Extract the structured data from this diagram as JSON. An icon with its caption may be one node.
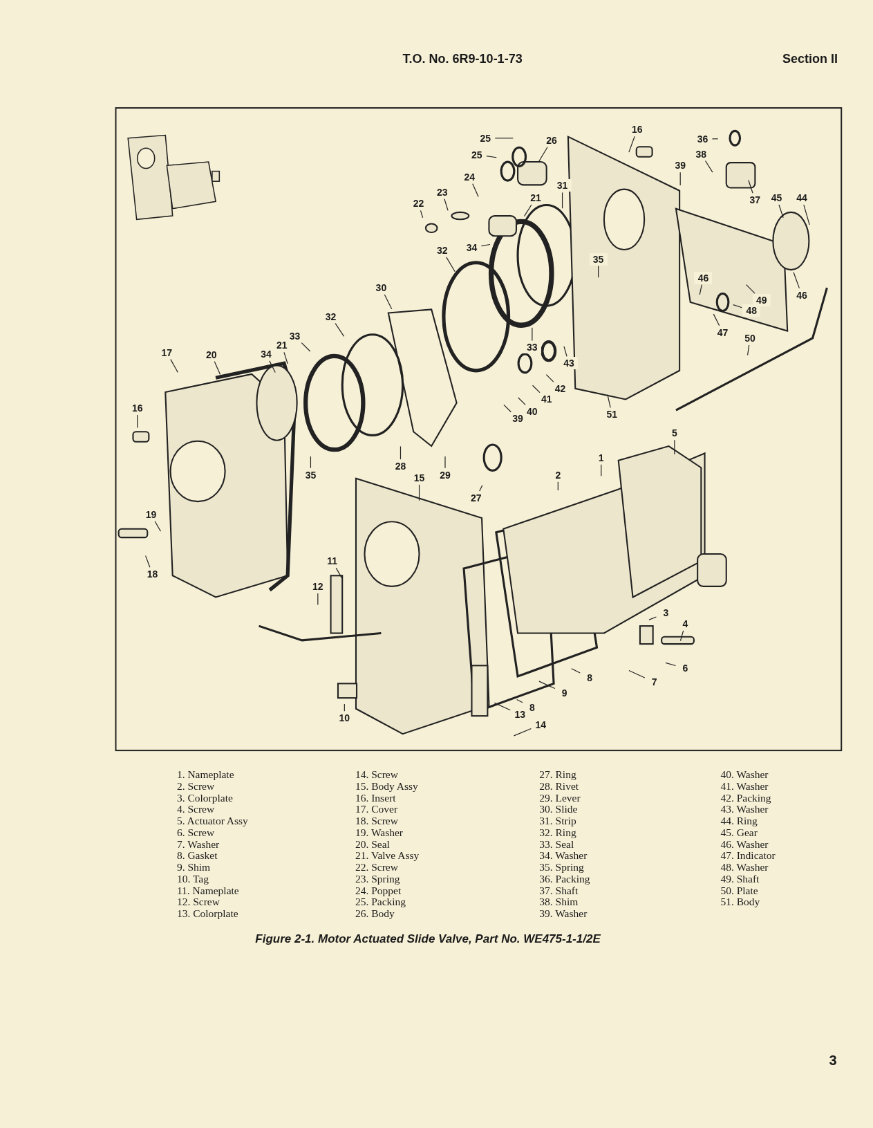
{
  "diagram": {
    "caption": "Figure 2-1. Motor Actuated Slide Valve, Part No. WE475-1-1/2E",
    "nodes": [
      {
        "text": [
          "16"
        ]
      },
      {
        "text": [
          "25"
        ]
      },
      {
        "text": [
          "26"
        ]
      },
      {
        "text": [
          "36"
        ]
      },
      {
        "text": [
          "25"
        ]
      },
      {
        "text": [
          "39"
        ]
      },
      {
        "text": [
          "38"
        ]
      },
      {
        "text": [
          "24"
        ]
      },
      {
        "text": [
          "23"
        ]
      },
      {
        "text": [
          "31"
        ]
      },
      {
        "text": [
          "21"
        ]
      },
      {
        "text": [
          "45"
        ]
      },
      {
        "text": [
          "44"
        ]
      },
      {
        "text": [
          "37"
        ]
      },
      {
        "text": [
          "22"
        ]
      },
      {
        "text": [
          "32"
        ]
      },
      {
        "text": [
          "34"
        ]
      },
      {
        "text": [
          "35"
        ]
      },
      {
        "text": [
          "46"
        ]
      },
      {
        "text": [
          "46"
        ]
      },
      {
        "text": [
          "30"
        ]
      },
      {
        "text": [
          "49"
        ]
      },
      {
        "text": [
          "48"
        ]
      },
      {
        "text": [
          "32"
        ]
      },
      {
        "text": [
          "33"
        ]
      },
      {
        "text": [
          "21"
        ]
      },
      {
        "text": [
          "34"
        ]
      },
      {
        "text": [
          "17"
        ]
      },
      {
        "text": [
          "20"
        ]
      },
      {
        "text": [
          "33"
        ]
      },
      {
        "text": [
          "47"
        ]
      },
      {
        "text": [
          "50"
        ]
      },
      {
        "text": [
          "43"
        ]
      },
      {
        "text": [
          "42"
        ]
      },
      {
        "text": [
          "41"
        ]
      },
      {
        "text": [
          "40"
        ]
      },
      {
        "text": [
          "39"
        ]
      },
      {
        "text": [
          "51"
        ]
      },
      {
        "text": [
          "16"
        ]
      },
      {
        "text": [
          "5"
        ]
      },
      {
        "text": [
          "1"
        ]
      },
      {
        "text": [
          "28"
        ]
      },
      {
        "text": [
          "15"
        ]
      },
      {
        "text": [
          "29"
        ]
      },
      {
        "text": [
          "35"
        ]
      },
      {
        "text": [
          "2"
        ]
      },
      {
        "text": [
          "27"
        ]
      },
      {
        "text": [
          "19"
        ]
      },
      {
        "text": [
          "18"
        ]
      },
      {
        "text": [
          "11"
        ]
      },
      {
        "text": [
          "12"
        ]
      },
      {
        "text": [
          "3"
        ]
      },
      {
        "text": [
          "4"
        ]
      },
      {
        "text": [
          "6"
        ]
      },
      {
        "text": [
          "7"
        ]
      },
      {
        "text": [
          "8"
        ]
      },
      {
        "text": [
          "9"
        ]
      },
      {
        "text": [
          "8"
        ]
      },
      {
        "text": [
          "13"
        ]
      },
      {
        "text": [
          "10"
        ]
      },
      {
        "text": [
          "14"
        ]
      }
    ],
    "edges": [
      {
        "from": 0,
        "to": null,
        "arrow": "none"
      },
      {
        "from": 1,
        "to": null,
        "arrow": "none"
      },
      {
        "from": 2,
        "to": null,
        "arrow": "none"
      },
      {
        "from": 3,
        "to": null,
        "arrow": "none"
      },
      {
        "from": 4,
        "to": null,
        "arrow": "none"
      },
      {
        "from": 5,
        "to": null,
        "arrow": "none"
      },
      {
        "from": 6,
        "to": null,
        "arrow": "none"
      },
      {
        "from": 7,
        "to": null,
        "arrow": "none"
      },
      {
        "from": 8,
        "to": null,
        "arrow": "none"
      },
      {
        "from": 9,
        "to": null,
        "arrow": "none"
      },
      {
        "from": 10,
        "to": null,
        "arrow": "none"
      },
      {
        "from": 11,
        "to": null,
        "arrow": "none"
      },
      {
        "from": 12,
        "to": null,
        "arrow": "none"
      },
      {
        "from": 13,
        "to": null,
        "arrow": "none"
      },
      {
        "from": 14,
        "to": null,
        "arrow": "none"
      },
      {
        "from": 15,
        "to": null,
        "arrow": "none"
      },
      {
        "from": 16,
        "to": null,
        "arrow": "none"
      },
      {
        "from": 17,
        "to": null,
        "arrow": "none"
      },
      {
        "from": 18,
        "to": null,
        "arrow": "none"
      },
      {
        "from": 19,
        "to": null,
        "arrow": "none"
      },
      {
        "from": 20,
        "to": null,
        "arrow": "none"
      },
      {
        "from": 21,
        "to": null,
        "arrow": "none"
      },
      {
        "from": 22,
        "to": null,
        "arrow": "none"
      },
      {
        "from": 23,
        "to": null,
        "arrow": "none"
      },
      {
        "from": 24,
        "to": null,
        "arrow": "none"
      },
      {
        "from": 25,
        "to": null,
        "arrow": "none"
      },
      {
        "from": 26,
        "to": null,
        "arrow": "none"
      },
      {
        "from": 27,
        "to": null,
        "arrow": "none"
      },
      {
        "from": 28,
        "to": null,
        "arrow": "none"
      },
      {
        "from": 29,
        "to": null,
        "arrow": "none"
      },
      {
        "from": 30,
        "to": null,
        "arrow": "none"
      },
      {
        "from": 31,
        "to": null,
        "arrow": "none"
      },
      {
        "from": 32,
        "to": null,
        "arrow": "none"
      },
      {
        "from": 33,
        "to": null,
        "arrow": "none"
      },
      {
        "from": 34,
        "to": null,
        "arrow": "none"
      },
      {
        "from": 35,
        "to": null,
        "arrow": "none"
      },
      {
        "from": 36,
        "to": null,
        "arrow": "none"
      },
      {
        "from": 37,
        "to": null,
        "arrow": "none"
      },
      {
        "from": 38,
        "to": null,
        "arrow": "none"
      },
      {
        "from": 39,
        "to": null,
        "arrow": "none"
      },
      {
        "from": 40,
        "to": null,
        "arrow": "none"
      },
      {
        "from": 41,
        "to": null,
        "arrow": "none"
      },
      {
        "from": 42,
        "to": null,
        "arrow": "none"
      },
      {
        "from": 43,
        "to": null,
        "arrow": "none"
      },
      {
        "from": 44,
        "to": null,
        "arrow": "none"
      },
      {
        "from": 45,
        "to": null,
        "arrow": "none"
      },
      {
        "from": 46,
        "to": null,
        "arrow": "none"
      },
      {
        "from": 47,
        "to": null,
        "arrow": "none"
      },
      {
        "from": 48,
        "to": null,
        "arrow": "none"
      },
      {
        "from": 49,
        "to": null,
        "arrow": "none"
      },
      {
        "from": 50,
        "to": null,
        "arrow": "none"
      },
      {
        "from": 51,
        "to": null,
        "arrow": "none"
      },
      {
        "from": 52,
        "to": null,
        "arrow": "none"
      },
      {
        "from": 53,
        "to": null,
        "arrow": "none"
      },
      {
        "from": 54,
        "to": null,
        "arrow": "none"
      },
      {
        "from": 55,
        "to": null,
        "arrow": "none"
      },
      {
        "from": 56,
        "to": null,
        "arrow": "none"
      },
      {
        "from": 57,
        "to": null,
        "arrow": "none"
      },
      {
        "from": 58,
        "to": null,
        "arrow": "none"
      },
      {
        "from": 59,
        "to": null,
        "arrow": "none"
      },
      {
        "from": 60,
        "to": null,
        "arrow": "none"
      }
    ],
    "labels": [
      "T.O. No. 6R9-10-1-73",
      "Section II",
      "1. Nameplate",
      "2. Screw",
      "3. Colorplate",
      "4. Screw",
      "5. Actuator Assy",
      "6. Screw",
      "7. Washer",
      "8. Gasket",
      "9. Shim",
      "10. Tag",
      "11. Nameplate",
      "12. Screw",
      "13. Colorplate",
      "14. Screw",
      "15. Body Assy",
      "16. Insert",
      "17. Cover",
      "18. Screw",
      "19. Washer",
      "20. Seal",
      "21. Valve Assy",
      "22. Screw",
      "23. Spring",
      "24. Poppet",
      "25. Packing",
      "26. Body",
      "27. Ring",
      "28. Rivet",
      "29. Lever",
      "30. Slide",
      "31. Strip",
      "32. Ring",
      "33. Seal",
      "34. Washer",
      "35. Spring",
      "36. Packing",
      "37. Shaft",
      "38. Shim",
      "39. Washer",
      "40. Washer",
      "41. Washer",
      "42. Packing",
      "43. Washer",
      "44. Ring",
      "45. Gear",
      "46. Washer",
      "47. Indicator",
      "48. Washer",
      "49. Shaft",
      "50. Plate",
      "51. Body",
      "3"
    ]
  }
}
